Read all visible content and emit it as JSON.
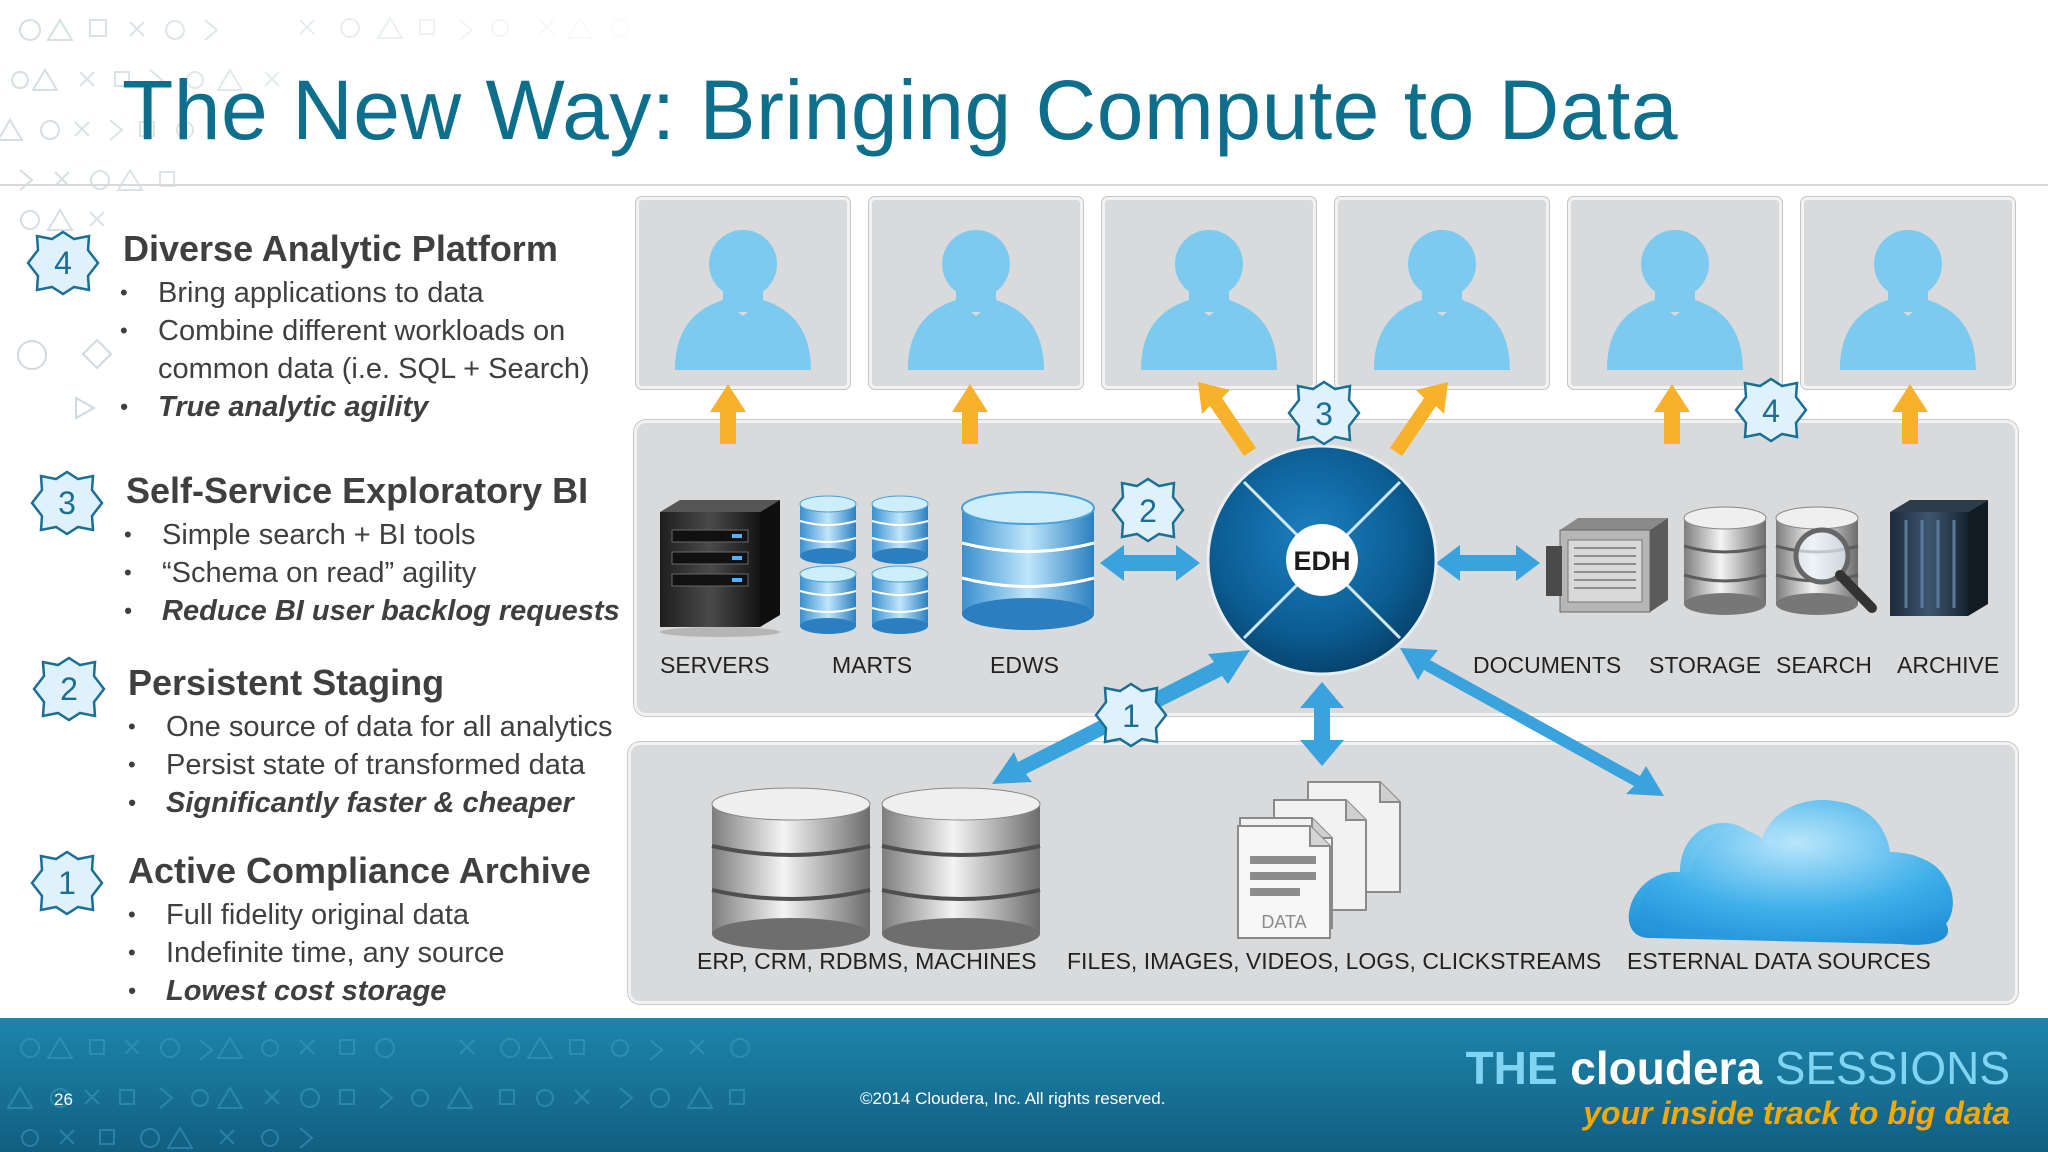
{
  "slide": {
    "title": "The New Way: Bringing Compute to Data",
    "page_number": "26",
    "copyright": "©2014 Cloudera, Inc. All rights reserved.",
    "brand": {
      "the": "THE ",
      "cloudera": "cloudera",
      "sessions": " SESSIONS",
      "tagline": "your inside track to big data"
    }
  },
  "sections": [
    {
      "number": "4",
      "title": "Diverse Analytic Platform",
      "bullets": [
        "Bring applications to data",
        "Combine different workloads on",
        "common data (i.e. SQL + Search)",
        "True analytic agility"
      ]
    },
    {
      "number": "3",
      "title": "Self-Service Exploratory BI",
      "bullets": [
        "Simple search + BI tools",
        "“Schema on read” agility",
        "Reduce BI user backlog requests"
      ]
    },
    {
      "number": "2",
      "title": "Persistent Staging",
      "bullets": [
        "One source of data for all analytics",
        "Persist state of transformed data",
        "Significantly faster & cheaper"
      ]
    },
    {
      "number": "1",
      "title": "Active Compliance Archive",
      "bullets": [
        "Full fidelity original data",
        "Indefinite time, any source",
        "Lowest cost storage"
      ]
    }
  ],
  "diagram": {
    "hub_label": "EDH",
    "badges": [
      "3",
      "4",
      "2",
      "1"
    ],
    "middle_labels": [
      "SERVERS",
      "MARTS",
      "EDWS",
      "DOCUMENTS",
      "STORAGE",
      "SEARCH",
      "ARCHIVE"
    ],
    "bottom_labels": [
      "ERP, CRM, RDBMS, MACHINES",
      "FILES, IMAGES, VIDEOS, LOGS, CLICKSTREAMS",
      "ESTERNAL DATA SOURCES"
    ],
    "doc_stamp": "DATA"
  },
  "colors": {
    "title": "#0d6f8c",
    "arrow_blue": "#3aa3dd",
    "arrow_orange": "#f7b12b",
    "user": "#7ccaf0",
    "hub": "#0b5d93",
    "badge_fill": "#dff1fa",
    "badge_stroke": "#1b6f95"
  }
}
